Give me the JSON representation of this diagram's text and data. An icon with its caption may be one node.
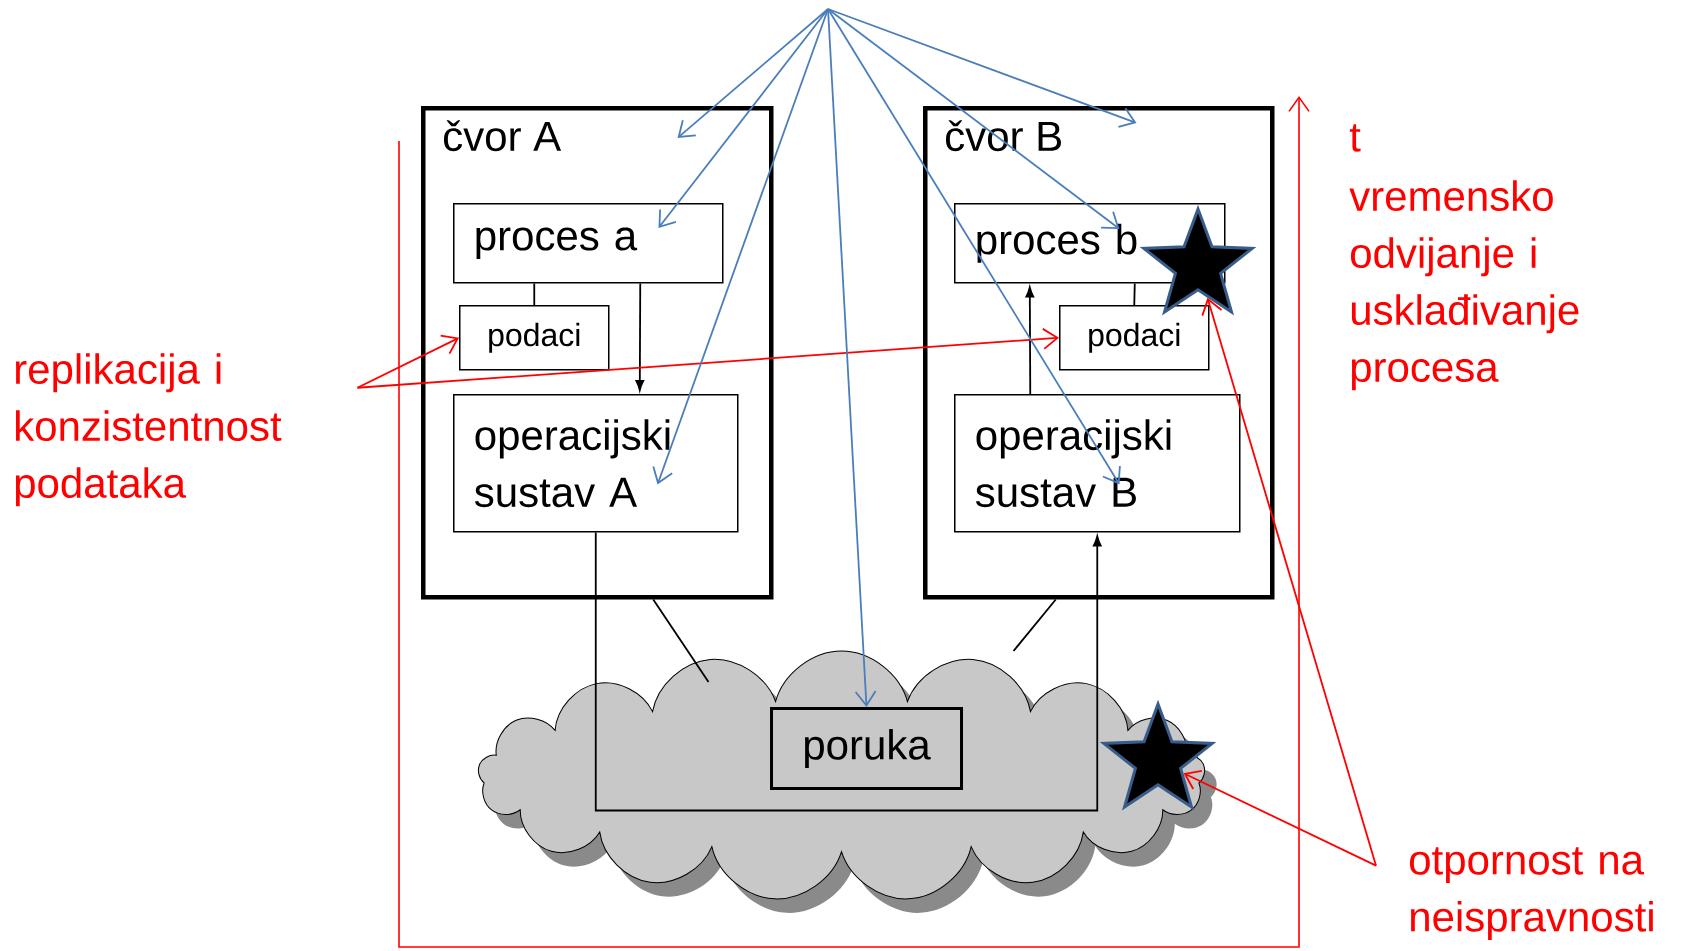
{
  "diagram": {
    "nodes": [
      {
        "text": [
          "čvor A"
        ]
      },
      {
        "text": [
          "proces a"
        ],
        "in": 0
      },
      {
        "text": [
          "podaci"
        ],
        "in": 0
      },
      {
        "text": [
          "operacijski sustav A"
        ],
        "in": 0
      },
      {
        "text": [
          "čvor B"
        ]
      },
      {
        "text": [
          "proces b"
        ],
        "in": 4
      },
      {
        "text": [
          "podaci"
        ],
        "in": 4
      },
      {
        "text": [
          "operacijski sustav B"
        ],
        "in": 4
      },
      {
        "text": [],
        "shape": "cloud"
      },
      {
        "text": [
          "poruka"
        ],
        "in": 8
      },
      {
        "text": [],
        "shape": "star",
        "in": 4
      },
      {
        "text": [],
        "shape": "star",
        "in": 8
      },
      {
        "text": [
          "replikacija i konzistentnost podataka"
        ]
      },
      {
        "text": [
          "otpornost na neispravnosti"
        ]
      }
    ],
    "edges": [
      {
        "from": 1,
        "to": 2,
        "arrow": "none"
      },
      {
        "from": 1,
        "to": 3,
        "arrow": "to"
      },
      {
        "from": 7,
        "to": 5,
        "arrow": "to"
      },
      {
        "from": 6,
        "to": 5,
        "arrow": "none"
      },
      {
        "from": 3,
        "to": 7,
        "arrow": "to"
      },
      {
        "from": 0,
        "to": 8,
        "arrow": "none"
      },
      {
        "from": 4,
        "to": 8,
        "arrow": "none"
      },
      {
        "from": 12,
        "to": 2,
        "arrow": "to",
        "color": "#ff0000"
      },
      {
        "from": 12,
        "to": 6,
        "arrow": "to",
        "color": "#ff0000"
      },
      {
        "from": 13,
        "to": 10,
        "arrow": "to",
        "color": "#ff0000"
      },
      {
        "from": 13,
        "to": 11,
        "arrow": "to",
        "color": "#ff0000"
      },
      {
        "from": null,
        "to": 0,
        "arrow": "to",
        "color": "#4a7ebb"
      },
      {
        "from": null,
        "to": 1,
        "arrow": "to",
        "color": "#4a7ebb"
      },
      {
        "from": null,
        "to": 3,
        "arrow": "to",
        "color": "#4a7ebb"
      },
      {
        "from": null,
        "to": 9,
        "arrow": "to",
        "color": "#4a7ebb"
      },
      {
        "from": null,
        "to": 4,
        "arrow": "to",
        "color": "#4a7ebb"
      },
      {
        "from": null,
        "to": 5,
        "arrow": "to",
        "color": "#4a7ebb"
      },
      {
        "from": null,
        "to": 7,
        "arrow": "to",
        "color": "#4a7ebb"
      }
    ],
    "labels": [
      "t",
      "vremensko odvijanje i usklađivanje procesa"
    ]
  }
}
